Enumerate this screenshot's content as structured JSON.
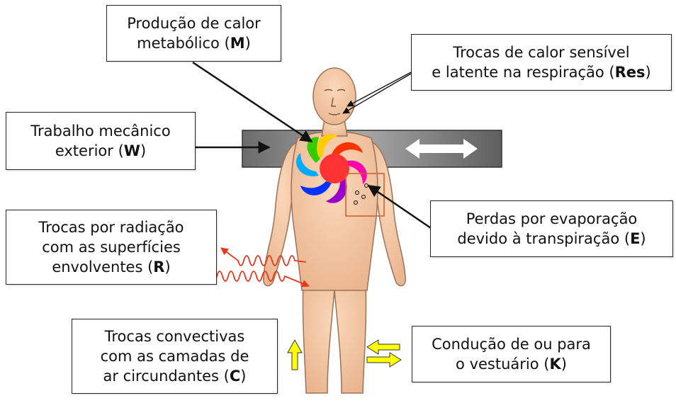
{
  "labels": {
    "metabolic": {
      "line1": "Produção de calor",
      "line2_pre": "metabólico (",
      "symbol": "M",
      "close": ")"
    },
    "respiration": {
      "line1": "Trocas de calor sensível",
      "line2_pre": "e latente na respiração (",
      "symbol": "Res",
      "close": ")"
    },
    "work": {
      "line1": "Trabalho mecânico",
      "line2_pre": "exterior (",
      "symbol": "W",
      "close": ")"
    },
    "evaporation": {
      "line1": "Perdas por evaporação",
      "line2_pre": "devido à transpiração (",
      "symbol": "E",
      "close": ")"
    },
    "radiation": {
      "line1": "Trocas por radiação",
      "line2": "com as superfícies",
      "line3_pre": "envolventes (",
      "symbol": "R",
      "close": ")"
    },
    "convection": {
      "line1": "Trocas convectivas",
      "line2": "com as camadas de",
      "line3_pre": "ar circundantes (",
      "symbol": "C",
      "close": ")"
    },
    "conduction": {
      "line1": "Condução de ou para",
      "line2_pre": "o vestuário (",
      "symbol": "K",
      "close": ")"
    }
  },
  "colors": {
    "skin": "#f5c8a3",
    "skin_outline": "#9b7258",
    "bar_dark": "#6b6b6b",
    "bar_light": "#e8e8e8",
    "heart": "#ff3333",
    "radiation_wave": "#e8361d",
    "convection_arrow": "#ffff00",
    "evaporation_box": "#d05a2a"
  }
}
